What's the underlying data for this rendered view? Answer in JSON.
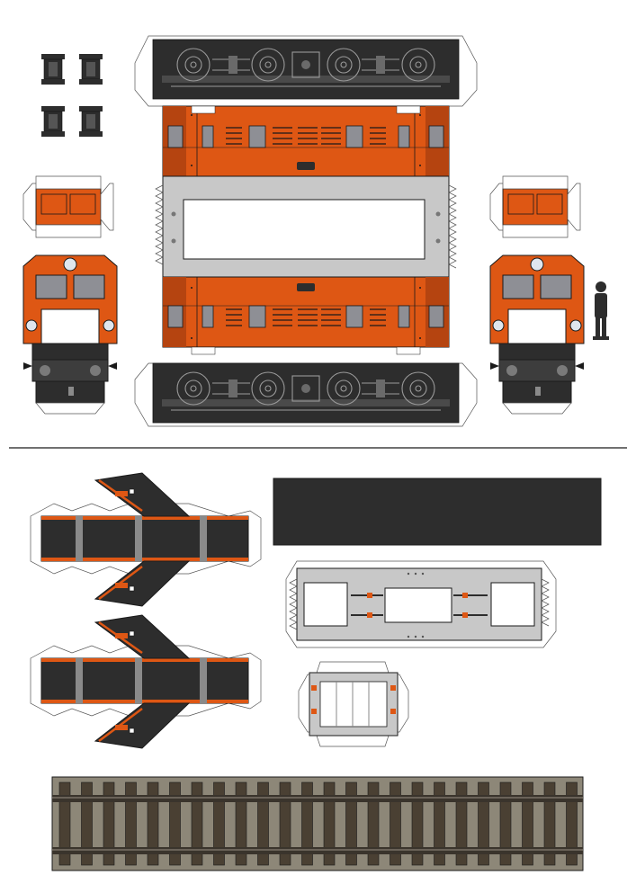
{
  "sheet": {
    "name": "paper-model-locomotive-cutout",
    "pieces": [
      "wheel-chip",
      "main-body-sheet",
      "roof-cap",
      "cab-front",
      "human-figure",
      "fold-divider",
      "roof-sloped-piece",
      "black-plate",
      "gray-underframe",
      "small-gray-box",
      "rail-track-strip"
    ]
  },
  "colors": {
    "orange": "#de5714",
    "orange_dark": "#b54410",
    "black": "#2d2d2d",
    "gray": "#c8c8c8",
    "gray_dark": "#8a8a8a",
    "window": "#8e8f95",
    "white": "#ffffff",
    "outline": "#1a1a1a",
    "track_ballast": "#8d8778",
    "track_sleeper": "#4a4033",
    "track_rail": "#3a342c"
  }
}
